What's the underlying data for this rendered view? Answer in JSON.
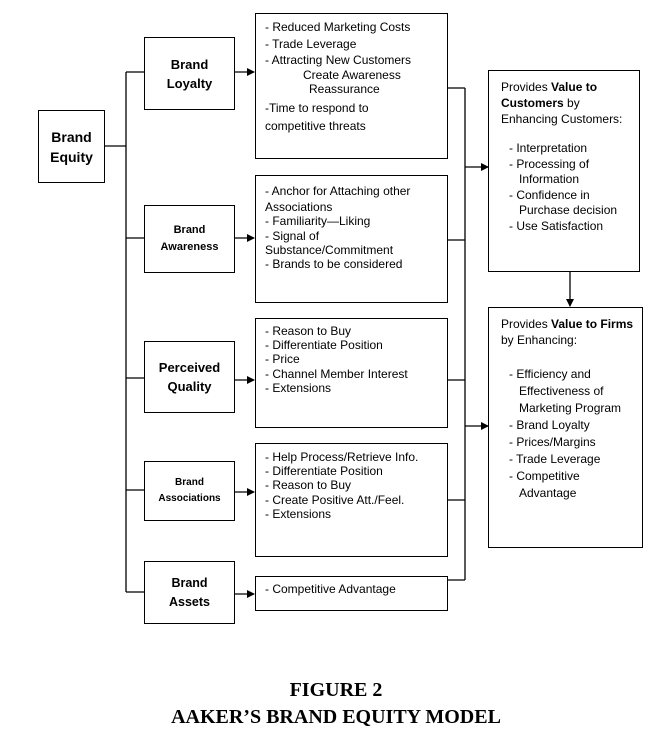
{
  "equity": {
    "line1": "Brand",
    "line2": "Equity"
  },
  "dimensions": [
    {
      "lines": [
        "Brand",
        "Loyalty"
      ]
    },
    {
      "lines": [
        "Brand",
        "Awareness"
      ]
    },
    {
      "lines": [
        "Perceived",
        "Quality"
      ]
    },
    {
      "lines": [
        "Brand",
        "Associations"
      ]
    },
    {
      "lines": [
        "Brand",
        "Assets"
      ]
    }
  ],
  "benefits": {
    "loyalty": [
      "- Reduced Marketing Costs",
      "- Trade Leverage",
      "- Attracting New Customers",
      "Create Awareness",
      "Reassurance",
      "-Time to respond to",
      "competitive threats"
    ],
    "awareness": [
      "- Anchor for Attaching other",
      "Associations",
      "- Familiarity—Liking",
      "- Signal of",
      "Substance/Commitment",
      "- Brands to be considered"
    ],
    "quality": [
      "- Reason to Buy",
      "- Differentiate Position",
      "- Price",
      "- Channel Member Interest",
      "- Extensions"
    ],
    "associations": [
      "- Help Process/Retrieve Info.",
      "- Differentiate Position",
      "- Reason to Buy",
      "- Create Positive Att./Feel.",
      "- Extensions"
    ],
    "assets": [
      "- Competitive Advantage"
    ]
  },
  "customers": {
    "pre": "Provides ",
    "bold1": "Value to",
    "bold2": "Customers",
    "post": " by",
    "line3": "Enhancing Customers:",
    "items": [
      "- Interpretation",
      "- Processing of",
      "Information",
      "- Confidence in",
      "Purchase decision",
      "- Use Satisfaction"
    ]
  },
  "firms": {
    "pre": "Provides ",
    "bold": "Value to Firms",
    "line2": "by Enhancing:",
    "items": [
      "- Efficiency and",
      "Effectiveness of",
      "Marketing Program",
      "- Brand Loyalty",
      "- Prices/Margins",
      "- Trade Leverage",
      "- Competitive",
      "Advantage"
    ]
  },
  "caption": {
    "line1": "FIGURE 2",
    "line2": "AAKER’S BRAND EQUITY MODEL"
  }
}
